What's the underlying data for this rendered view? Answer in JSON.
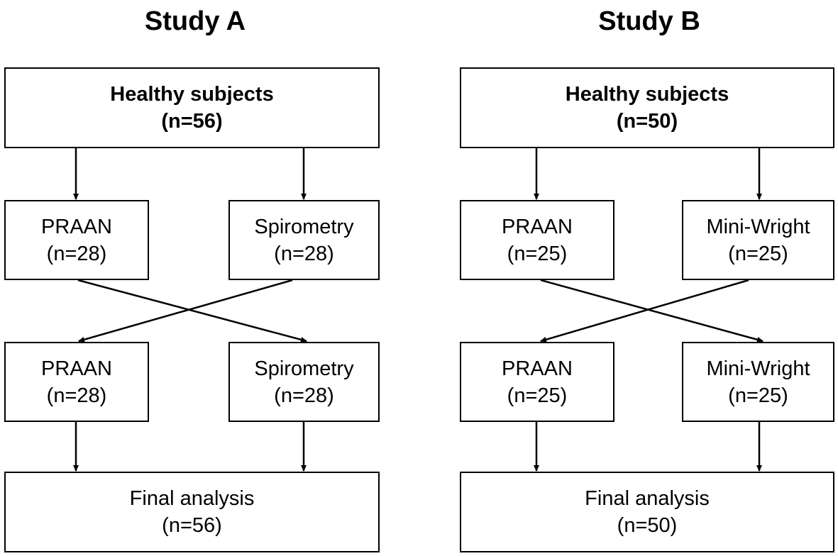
{
  "study_a": {
    "title": "Study A",
    "top": {
      "line1": "Healthy subjects",
      "line2": "(n=56)"
    },
    "period1_left": {
      "line1": "PRAAN",
      "line2": "(n=28)"
    },
    "period1_right": {
      "line1": "Spirometry",
      "line2": "(n=28)"
    },
    "period2_left": {
      "line1": "PRAAN",
      "line2": "(n=28)"
    },
    "period2_right": {
      "line1": "Spirometry",
      "line2": "(n=28)"
    },
    "final": {
      "line1": "Final analysis",
      "line2": "(n=56)"
    }
  },
  "study_b": {
    "title": "Study B",
    "top": {
      "line1": "Healthy subjects",
      "line2": "(n=50)"
    },
    "period1_left": {
      "line1": "PRAAN",
      "line2": "(n=25)"
    },
    "period1_right": {
      "line1": "Mini-Wright",
      "line2": "(n=25)"
    },
    "period2_left": {
      "line1": "PRAAN",
      "line2": "(n=25)"
    },
    "period2_right": {
      "line1": "Mini-Wright",
      "line2": "(n=25)"
    },
    "final": {
      "line1": "Final analysis",
      "line2": "(n=50)"
    }
  },
  "colors": {
    "stroke": "#000000",
    "background": "#ffffff"
  }
}
